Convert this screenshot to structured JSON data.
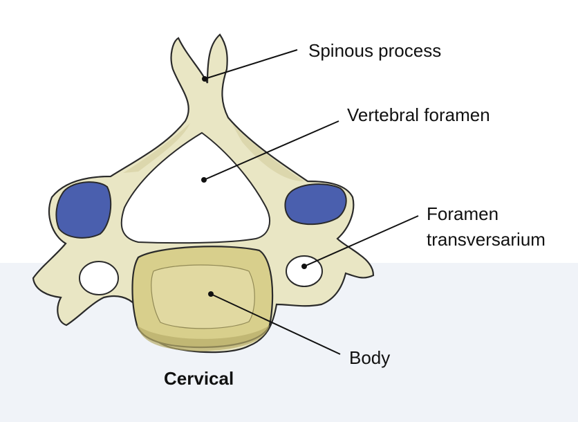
{
  "diagram": {
    "labels": {
      "spinous_process": "Spinous process",
      "vertebral_foramen": "Vertebral foramen",
      "foramen_transversarium_line1": "Foramen",
      "foramen_transversarium_line2": "transversarium",
      "body": "Body"
    },
    "caption": "Cervical",
    "colors": {
      "bone": "#e9e6c4",
      "bone_shadow": "#cfc89a",
      "body_fill": "#d8cf8c",
      "articular_facet": "#4a5fae",
      "outline": "#2a2a2a",
      "leader_line": "#111111",
      "background_band": "#eef1f7"
    }
  }
}
